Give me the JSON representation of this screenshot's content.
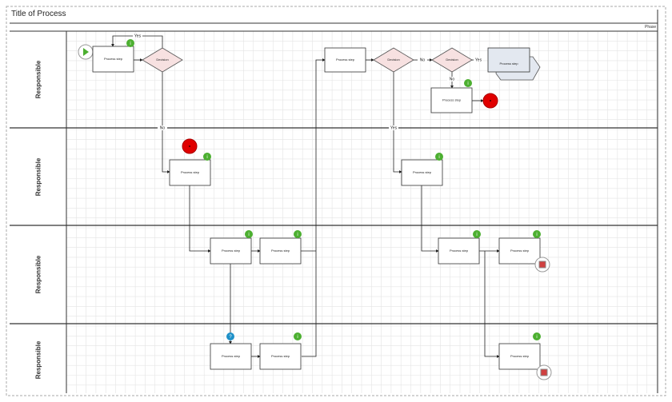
{
  "title": "Title of Process",
  "phase": "Phase",
  "lanes": [
    {
      "label": "Responsible"
    },
    {
      "label": "Responsible"
    },
    {
      "label": "Responsible"
    },
    {
      "label": "Responsible"
    }
  ],
  "labels": {
    "process": "Process step",
    "decision": "Decision",
    "yes": "Yes",
    "no": "No"
  },
  "colors": {
    "decision_fill": "#f7e1e1",
    "info": "#4caf30",
    "end": "#e00000",
    "question": "#1e90c8",
    "start": "#4caf30",
    "doc_fill": "#e3e8f0"
  }
}
